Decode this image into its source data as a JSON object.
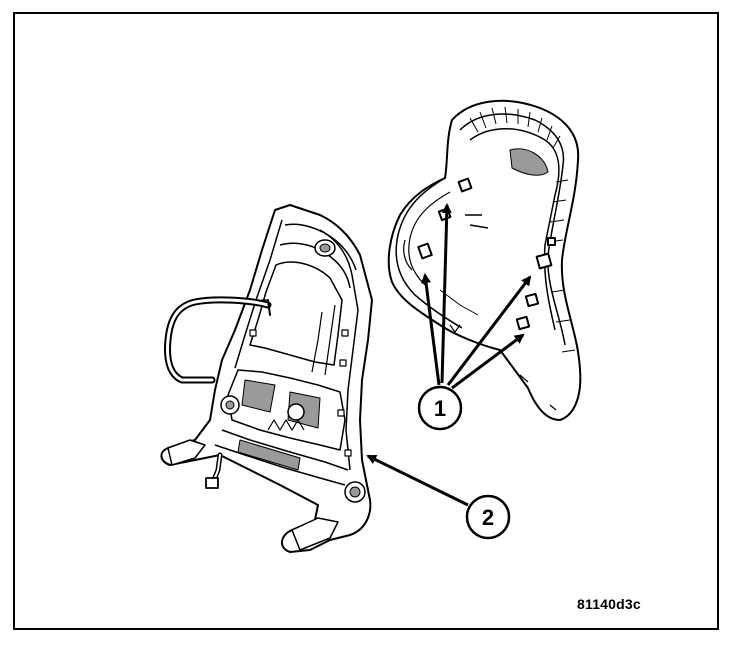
{
  "callouts": [
    {
      "label": "1"
    },
    {
      "label": "2"
    }
  ],
  "figure_id": "81140d3c",
  "colors": {
    "line": "#000000",
    "shade": "#9a9a9a",
    "fill": "#ffffff"
  }
}
